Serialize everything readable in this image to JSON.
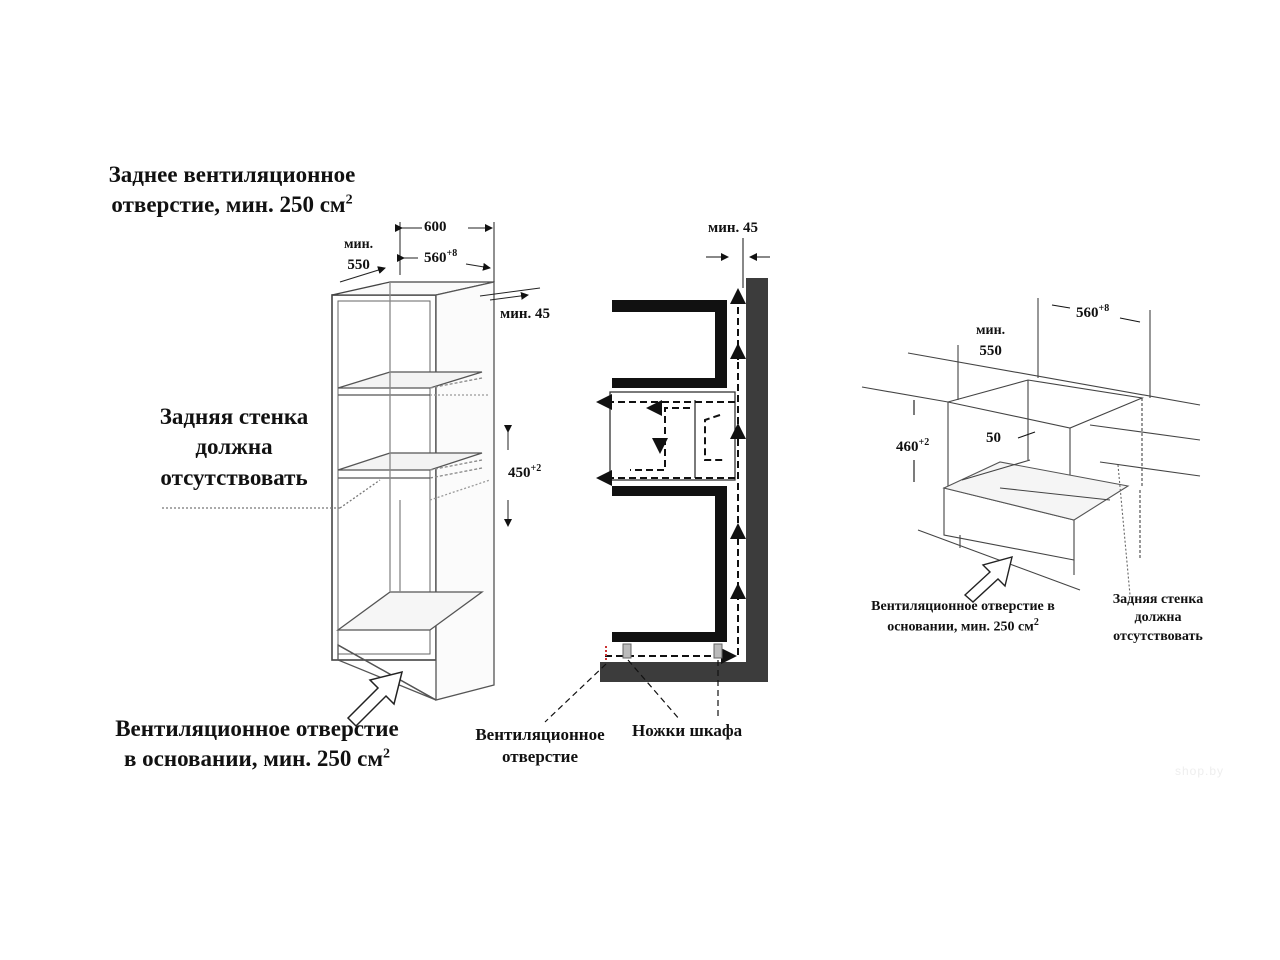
{
  "left_diagram": {
    "rear_vent_line1": "Заднее вентиляционное",
    "rear_vent_line2": "отверстие, мин. 250 см",
    "rear_vent_sup": "2",
    "back_wall_line1": "Задняя стенка",
    "back_wall_line2": "должна",
    "back_wall_line3": "отсутствовать",
    "base_vent_line1": "Вентиляционное отверстие",
    "base_vent_line2": "в основании, мин. 250 см",
    "base_vent_sup": "2",
    "dim_600": "600",
    "dim_min": "мин.",
    "dim_550": "550",
    "dim_560": "560",
    "dim_560_sup": "+8",
    "dim_min45": "мин. 45",
    "dim_450": "450",
    "dim_450_sup": "+2"
  },
  "middle_diagram": {
    "dim_min45": "мин. 45",
    "vent_line1": "Вентиляционное",
    "vent_line2": "отверстие",
    "legs": "Ножки шкафа"
  },
  "right_diagram": {
    "dim_min": "мин.",
    "dim_550": "550",
    "dim_560": "560",
    "dim_560_sup": "+8",
    "dim_460": "460",
    "dim_460_sup": "+2",
    "dim_50": "50",
    "base_vent_line1": "Вентиляционное отверстие в",
    "base_vent_line2": "основании, мин. 250 см",
    "base_vent_sup": "2",
    "back_wall_line1": "Задняя стенка",
    "back_wall_line2": "должна",
    "back_wall_line3": "отсутствовать"
  },
  "watermark": "shop.by"
}
